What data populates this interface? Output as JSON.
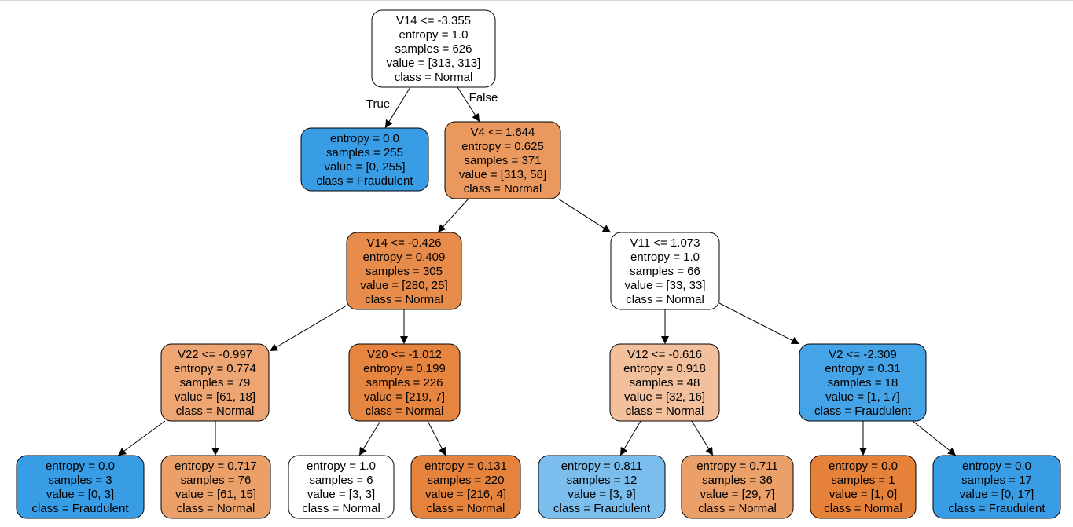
{
  "diagram": {
    "type": "decision-tree",
    "colors": {
      "normal_strong": "#e58139",
      "normal_medium": "#e99355",
      "normal_light": "#f3c4a2",
      "fraudulent_strong": "#399de5",
      "fraudulent_light": "#7bbeee",
      "neutral": "#ffffff",
      "edge": "#000000"
    },
    "edge_labels": {
      "true": "True",
      "false": "False"
    },
    "nodes": [
      {
        "id": "n0",
        "lines": [
          "V14 <= -3.355",
          "entropy = 1.0",
          "samples = 626",
          "value = [313, 313]",
          "class = Normal"
        ],
        "fill": "#ffffff"
      },
      {
        "id": "n1",
        "lines": [
          "entropy = 0.0",
          "samples = 255",
          "value = [0, 255]",
          "class = Fraudulent"
        ],
        "fill": "#399de5"
      },
      {
        "id": "n2",
        "lines": [
          "V4 <= 1.644",
          "entropy = 0.625",
          "samples = 371",
          "value = [313, 58]",
          "class = Normal"
        ],
        "fill": "#ea985e"
      },
      {
        "id": "n3",
        "lines": [
          "V14 <= -0.426",
          "entropy = 0.409",
          "samples = 305",
          "value = [280, 25]",
          "class = Normal"
        ],
        "fill": "#e78c4b"
      },
      {
        "id": "n4",
        "lines": [
          "V11 <= 1.073",
          "entropy = 1.0",
          "samples = 66",
          "value = [33, 33]",
          "class = Normal"
        ],
        "fill": "#ffffff"
      },
      {
        "id": "n5",
        "lines": [
          "V22 <= -0.997",
          "entropy = 0.774",
          "samples = 79",
          "value = [61, 18]",
          "class = Normal"
        ],
        "fill": "#eda673"
      },
      {
        "id": "n6",
        "lines": [
          "V20 <= -1.012",
          "entropy = 0.199",
          "samples = 226",
          "value = [219, 7]",
          "class = Normal"
        ],
        "fill": "#e6853f"
      },
      {
        "id": "n7",
        "lines": [
          "V12 <= -0.616",
          "entropy = 0.918",
          "samples = 48",
          "value = [32, 16]",
          "class = Normal"
        ],
        "fill": "#f2c09c"
      },
      {
        "id": "n8",
        "lines": [
          "V2 <= -2.309",
          "entropy = 0.31",
          "samples = 18",
          "value = [1, 17]",
          "class = Fraudulent"
        ],
        "fill": "#45a3e7"
      },
      {
        "id": "n9",
        "lines": [
          "entropy = 0.0",
          "samples = 3",
          "value = [0, 3]",
          "class = Fraudulent"
        ],
        "fill": "#399de5"
      },
      {
        "id": "n10",
        "lines": [
          "entropy = 0.717",
          "samples = 76",
          "value = [61, 15]",
          "class = Normal"
        ],
        "fill": "#eba06a"
      },
      {
        "id": "n11",
        "lines": [
          "entropy = 1.0",
          "samples = 6",
          "value = [3, 3]",
          "class = Normal"
        ],
        "fill": "#ffffff"
      },
      {
        "id": "n12",
        "lines": [
          "entropy = 0.131",
          "samples = 220",
          "value = [216, 4]",
          "class = Normal"
        ],
        "fill": "#e5833d"
      },
      {
        "id": "n13",
        "lines": [
          "entropy = 0.811",
          "samples = 12",
          "value = [3, 9]",
          "class = Fraudulent"
        ],
        "fill": "#7bbeee"
      },
      {
        "id": "n14",
        "lines": [
          "entropy = 0.711",
          "samples = 36",
          "value = [29, 7]",
          "class = Normal"
        ],
        "fill": "#eb9f69"
      },
      {
        "id": "n15",
        "lines": [
          "entropy = 0.0",
          "samples = 1",
          "value = [1, 0]",
          "class = Normal"
        ],
        "fill": "#e58139"
      },
      {
        "id": "n16",
        "lines": [
          "entropy = 0.0",
          "samples = 17",
          "value = [0, 17]",
          "class = Fraudulent"
        ],
        "fill": "#399de5"
      }
    ],
    "edges": [
      {
        "from": "n0",
        "to": "n1",
        "label": "True"
      },
      {
        "from": "n0",
        "to": "n2",
        "label": "False"
      },
      {
        "from": "n2",
        "to": "n3",
        "label": ""
      },
      {
        "from": "n2",
        "to": "n4",
        "label": ""
      },
      {
        "from": "n3",
        "to": "n5",
        "label": ""
      },
      {
        "from": "n3",
        "to": "n6",
        "label": ""
      },
      {
        "from": "n4",
        "to": "n7",
        "label": ""
      },
      {
        "from": "n4",
        "to": "n8",
        "label": ""
      },
      {
        "from": "n5",
        "to": "n9",
        "label": ""
      },
      {
        "from": "n5",
        "to": "n10",
        "label": ""
      },
      {
        "from": "n6",
        "to": "n11",
        "label": ""
      },
      {
        "from": "n6",
        "to": "n12",
        "label": ""
      },
      {
        "from": "n7",
        "to": "n13",
        "label": ""
      },
      {
        "from": "n7",
        "to": "n14",
        "label": ""
      },
      {
        "from": "n8",
        "to": "n15",
        "label": ""
      },
      {
        "from": "n8",
        "to": "n16",
        "label": ""
      }
    ]
  }
}
